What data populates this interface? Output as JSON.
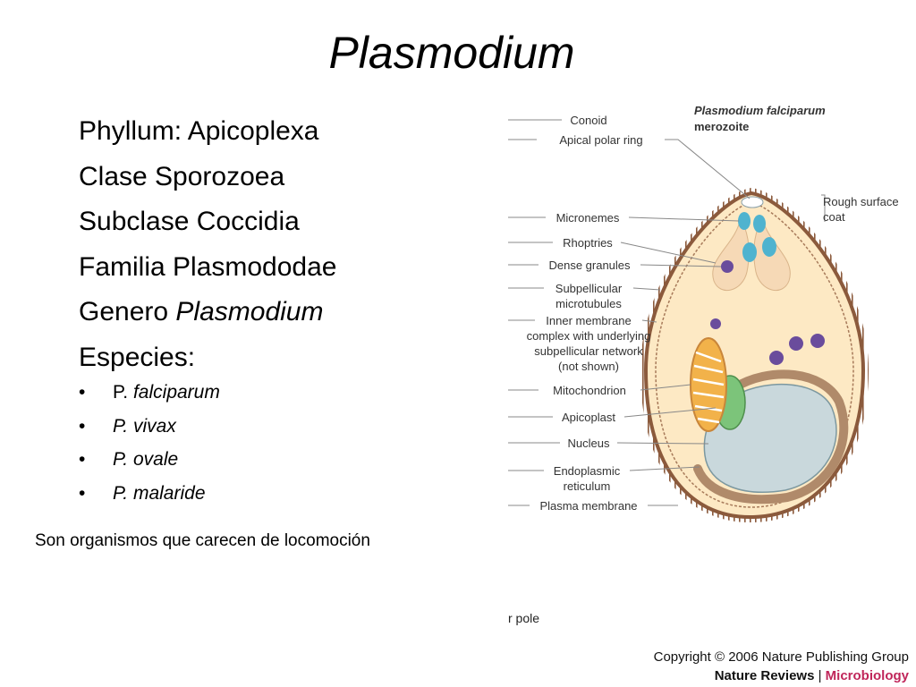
{
  "title": "Plasmodium",
  "classification": [
    {
      "text": "Phyllum: Apicoplexa"
    },
    {
      "text": "Clase Sporozoea"
    },
    {
      "text": "Subclase Coccidia"
    },
    {
      "text": "Familia Plasmododae"
    },
    {
      "prefix": "Genero ",
      "italic": "Plasmodium"
    },
    {
      "text": "Especies:"
    }
  ],
  "species": [
    {
      "bullet": "•",
      "prefix": "P. ",
      "italic": "falciparum"
    },
    {
      "bullet": "•",
      "prefix": "",
      "italic": "P. vivax"
    },
    {
      "bullet": "•",
      "prefix": "",
      "italic": "P. ovale"
    },
    {
      "bullet": "•",
      "prefix": "",
      "italic": "P. malaride"
    }
  ],
  "footnote": "Son  organismos que carecen de  locomoción",
  "diagram": {
    "heading_line1": "Plasmodium falciparum",
    "heading_line2": "merozoite",
    "labels": {
      "conoid": "Conoid",
      "apical_ring": "Apical polar ring",
      "micronemes": "Micronemes",
      "rhoptries": "Rhoptries",
      "dense_granules": "Dense granules",
      "subpellicular_1": "Subpellicular",
      "subpellicular_2": "microtubules",
      "inner_1": "Inner membrane",
      "inner_2": "complex with underlying",
      "inner_3": "subpellicular network",
      "inner_4": "(not shown)",
      "mitochondrion": "Mitochondrion",
      "apicoplast": "Apicoplast",
      "nucleus": "Nucleus",
      "er_1": "Endoplasmic",
      "er_2": "reticulum",
      "plasma_membrane": "Plasma membrane",
      "rough_1": "Rough surface",
      "rough_2": "coat"
    },
    "pole_text": "r pole"
  },
  "copyright": {
    "line1": "Copyright © 2006 Nature Publishing Group",
    "journal": "Nature Reviews",
    "separator": " | ",
    "section": "Microbiology"
  },
  "colors": {
    "membrane": "#8b5a3c",
    "cytoplasm": "#fde9c4",
    "nucleus": "#c9d8dc",
    "micronemes": "#4fb3cf",
    "dense_granules": "#6a4c9c",
    "apicoplast": "#7cc47a",
    "mitochondrion": "#f2b24a",
    "label_lines": "#888888"
  }
}
